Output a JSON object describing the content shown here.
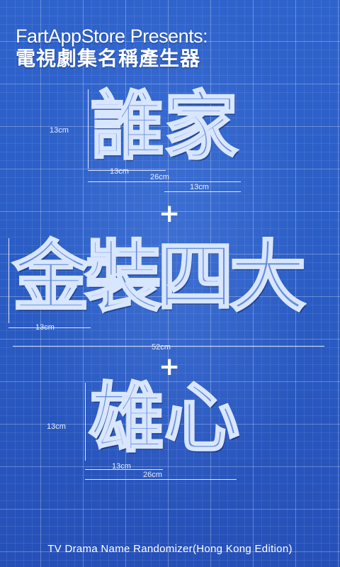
{
  "header": {
    "presents": "FartAppStore Presents:",
    "title": "電視劇集名稱產生器"
  },
  "parts": [
    {
      "text": "誰家",
      "height_label": "13cm",
      "width_labels": [
        "13cm",
        "26cm",
        "13cm"
      ]
    },
    {
      "text": "金裝四大",
      "height_label": "13cm",
      "width_labels": [
        "13cm",
        "52cm"
      ]
    },
    {
      "text": "雄心",
      "height_label": "13cm",
      "width_labels": [
        "13cm",
        "26cm"
      ]
    }
  ],
  "plus_symbol": "+",
  "footer": "TV Drama Name Randomizer(Hong Kong Edition)"
}
